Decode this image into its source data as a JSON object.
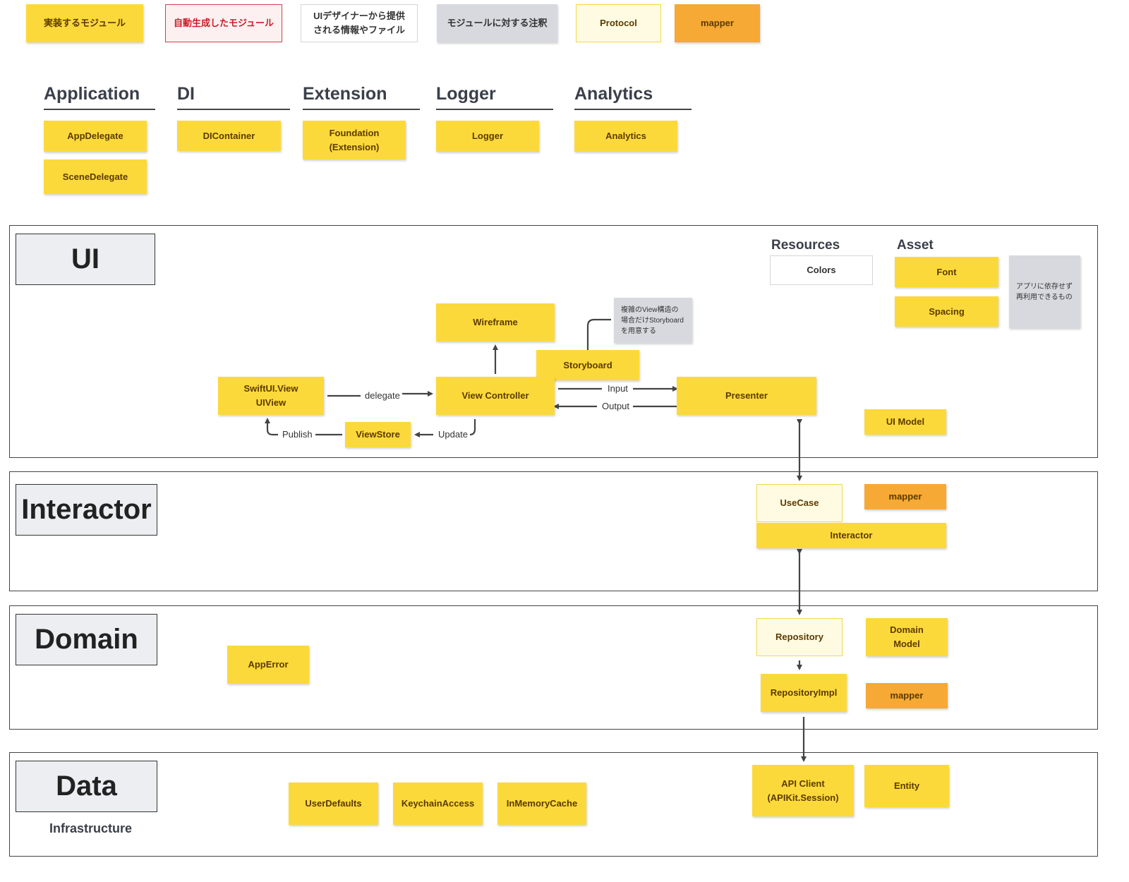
{
  "legend": {
    "implemented": "実装するモジュール",
    "auto_generated": "自動生成したモジュール",
    "designer": "UIデザイナーから提供される情報やファイル",
    "annotation": "モジュールに対する注釈",
    "protocol": "Protocol",
    "mapper": "mapper"
  },
  "categories": {
    "application": {
      "title": "Application",
      "items": [
        "AppDelegate",
        "SceneDelegate"
      ]
    },
    "di": {
      "title": "DI",
      "items": [
        "DIContainer"
      ]
    },
    "extension": {
      "title": "Extension",
      "items": [
        "Foundation\n(Extension)"
      ]
    },
    "logger": {
      "title": "Logger",
      "items": [
        "Logger"
      ]
    },
    "analytics": {
      "title": "Analytics",
      "items": [
        "Analytics"
      ]
    }
  },
  "ui_layer": {
    "label": "UI",
    "resources_title": "Resources",
    "colors": "Colors",
    "asset_title": "Asset",
    "font": "Font",
    "spacing": "Spacing",
    "reusable_note": "アプリに依存せず再利用できるもの",
    "storyboard_note": "複雑のView構造の場合だけStoryboardを用意する",
    "wireframe": "Wireframe",
    "storyboard": "Storyboard",
    "swiftui_view": "SwiftUI.View\nUIView",
    "view_controller": "View Controller",
    "presenter": "Presenter",
    "viewstore": "ViewStore",
    "ui_model": "UI Model",
    "edge_delegate": "delegate",
    "edge_input": "Input",
    "edge_output": "Output",
    "edge_publish": "Publish",
    "edge_update": "Update"
  },
  "interactor_layer": {
    "label": "Interactor",
    "usecase": "UseCase",
    "mapper": "mapper",
    "interactor": "Interactor"
  },
  "domain_layer": {
    "label": "Domain",
    "apperror": "AppError",
    "repository": "Repository",
    "domain_model": "Domain\nModel",
    "repository_impl": "RepositoryImpl",
    "mapper": "mapper"
  },
  "data_layer": {
    "label": "Data",
    "sublabel": "Infrastructure",
    "userdefaults": "UserDefaults",
    "keychain": "KeychainAccess",
    "inmemory": "InMemoryCache",
    "api_client": "API Client\n(APIKit.Session)",
    "entity": "Entity"
  }
}
